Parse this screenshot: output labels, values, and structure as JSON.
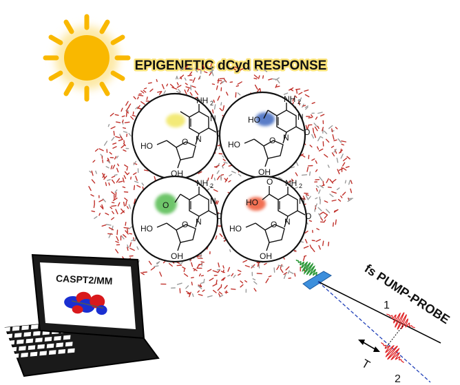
{
  "title": "EPIGENETIC dCyd RESPONSE",
  "laptop_label": "CASPT2/MM",
  "pump_probe_label": "fs PUMP-PROBE",
  "beam_labels": {
    "pump": "1",
    "probe": "2",
    "delay": "T"
  },
  "molecule_labels": {
    "nh2": "NH",
    "nh2_sub": "2",
    "n": "N",
    "o": "O",
    "oh": "OH",
    "ho": "HO"
  },
  "nucleosides": [
    {
      "highlight_color": "#f2e86a",
      "group": ""
    },
    {
      "highlight_color": "#4a6fc2",
      "group": "HO"
    },
    {
      "highlight_color": "#5fbf5a",
      "group": "O"
    },
    {
      "highlight_color": "#f0603f",
      "group": "HO"
    }
  ],
  "colors": {
    "sun": "#f9b800",
    "water_red": "#c0302a",
    "pulse_red": "#e0282a",
    "pulse_green": "#2e9a3a",
    "beam_blue": "#1f3fb8",
    "mirror": "#3d8fdc",
    "orbital_red": "#d9191c",
    "orbital_blue": "#1a2fd1"
  }
}
